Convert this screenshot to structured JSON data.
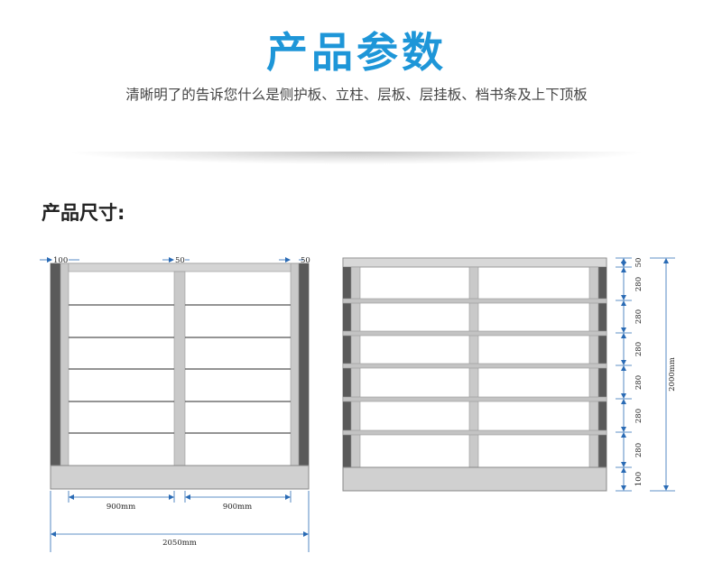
{
  "header": {
    "title": "产品参数",
    "subtitle": "清晰明了的告诉您什么是侧护板、立柱、层板、层挂板、档书条及上下顶板"
  },
  "section": {
    "title": "产品尺寸:"
  },
  "diagram": {
    "front_view": {
      "width_labels": [
        "100",
        "50",
        "50"
      ],
      "bay_labels": [
        "900mm",
        "900mm"
      ],
      "total_width_label": "2050mm",
      "shelf_count": 6
    },
    "side_view": {
      "height_labels": [
        "50",
        "280",
        "280",
        "280",
        "280",
        "280",
        "280",
        "100"
      ],
      "total_height_label": "2000mm"
    },
    "colors": {
      "title": "#1e96d8",
      "dimension_line": "#2a6bb5",
      "frame": "#8f8f8f",
      "side_panel_dark": "#5a5a5a",
      "post_fill": "#c8c8c8",
      "base_fill": "#d0d0d0"
    }
  }
}
